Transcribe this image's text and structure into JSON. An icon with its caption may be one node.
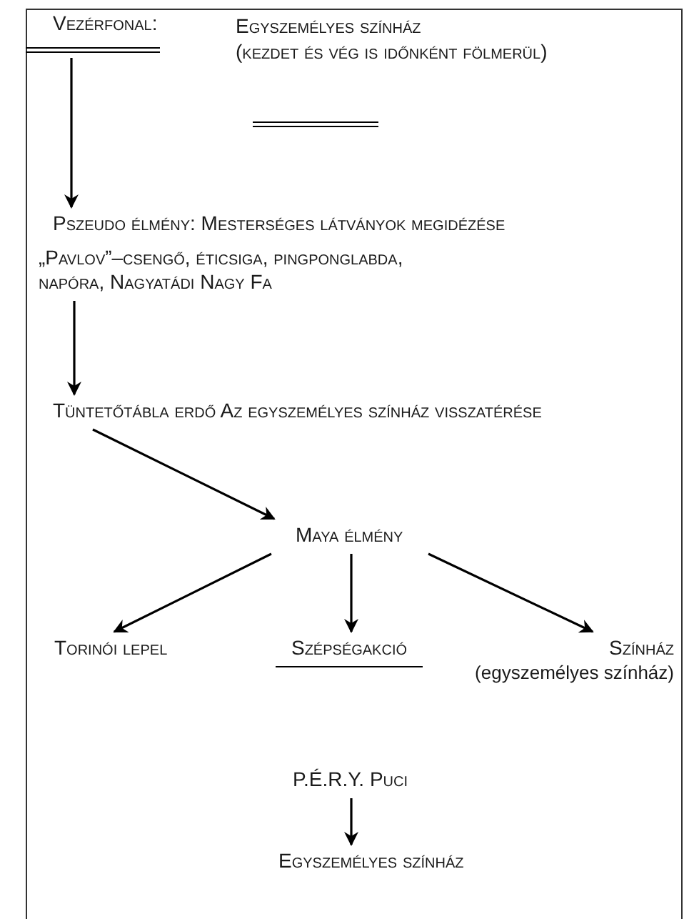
{
  "diagram": {
    "nodes": [
      {
        "text": [
          "Vezérfonal:"
        ]
      },
      {
        "text": [
          "Pszeudo élmény: Mesterséges látványok megidézése",
          "„Pavlov”–csengő, éticsiga, pingponglabda, napóra, Nagyatádi Nagy Fa"
        ]
      },
      {
        "text": [
          "Tüntetőtábla erdő Az egyszemélyes színház visszatérése"
        ]
      },
      {
        "text": [
          "Maya élmény"
        ]
      },
      {
        "text": [
          "Torinói lepel"
        ]
      },
      {
        "text": [
          "Szépségakció"
        ]
      },
      {
        "text": [
          "Színház",
          "(egyszemélyes színház)"
        ]
      },
      {
        "text": [
          "P.É.R.Y. Puci"
        ]
      },
      {
        "text": [
          "Egyszemélyes színház"
        ]
      }
    ],
    "edges": [
      {
        "from": 0,
        "to": 1,
        "arrow": "to"
      },
      {
        "from": 1,
        "to": 2,
        "arrow": "to"
      },
      {
        "from": 2,
        "to": 3,
        "arrow": "to"
      },
      {
        "from": 3,
        "to": 4,
        "arrow": "to"
      },
      {
        "from": 3,
        "to": 5,
        "arrow": "to"
      },
      {
        "from": 3,
        "to": 6,
        "arrow": "to"
      },
      {
        "from": 7,
        "to": 8,
        "arrow": "to"
      }
    ],
    "labels": [
      "Egyszemélyes színház",
      "(kezdet és vég is időnként fölmerül)"
    ]
  }
}
